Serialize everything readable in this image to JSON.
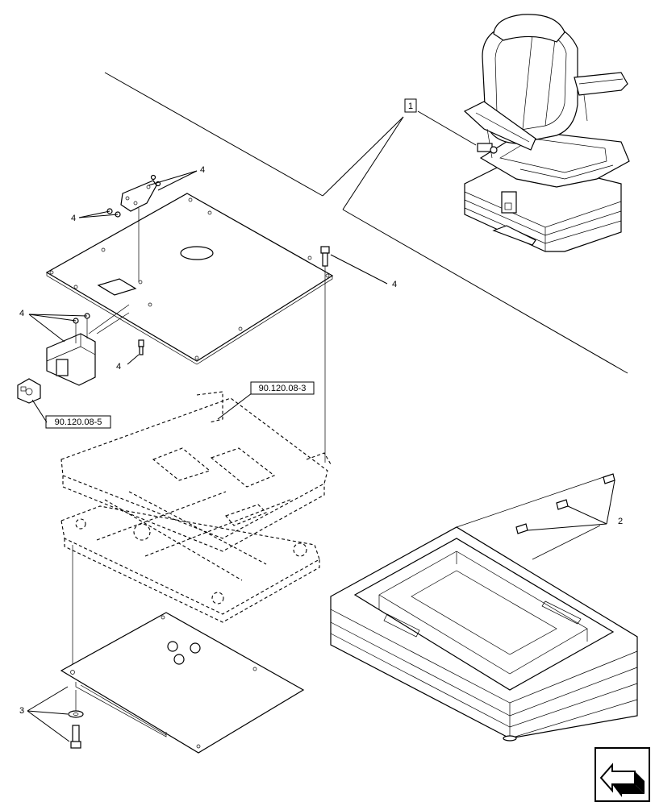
{
  "callouts": {
    "item_1": "1",
    "item_2": "2",
    "item_3": "3",
    "item_4": "4"
  },
  "references": {
    "scissor_frame": "90.120.08-3",
    "switch_assembly": "90.120.08-5"
  },
  "icons": {
    "navigation": "back-arrow-icon"
  }
}
